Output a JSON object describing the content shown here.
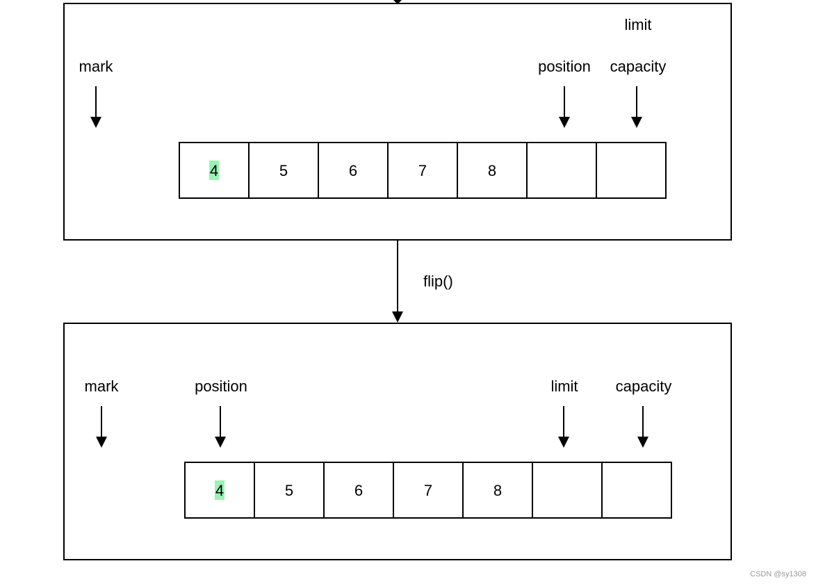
{
  "diagram": {
    "top_panel": {
      "labels": {
        "limit": "limit",
        "mark": "mark",
        "position": "position",
        "capacity": "capacity"
      },
      "cells": [
        "4",
        "5",
        "6",
        "7",
        "8",
        "",
        ""
      ]
    },
    "transition_label": "flip()",
    "bottom_panel": {
      "labels": {
        "mark": "mark",
        "position": "position",
        "limit": "limit",
        "capacity": "capacity"
      },
      "cells": [
        "4",
        "5",
        "6",
        "7",
        "8",
        "",
        ""
      ]
    },
    "highlight_color": "#99f2b4",
    "highlighted_cell_index": 0
  },
  "watermark": "CSDN @sy1308"
}
